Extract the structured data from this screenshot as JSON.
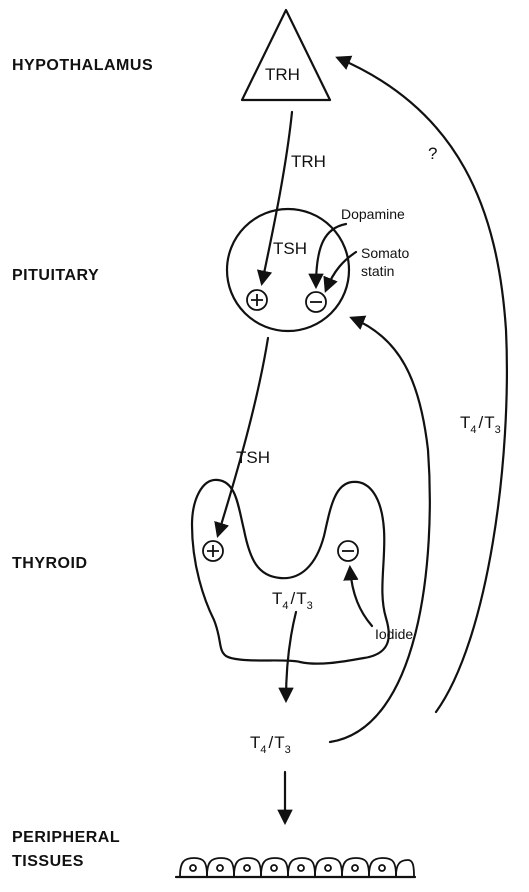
{
  "organs": {
    "hypothalamus": "HYPOTHALAMUS",
    "pituitary": "PITUITARY",
    "thyroid": "THYROID",
    "peripheral_line1": "PERIPHERAL",
    "peripheral_line2": "TISSUES"
  },
  "hormones": {
    "trh_in_triangle": "TRH",
    "trh_arrow": "TRH",
    "tsh_in_circle": "TSH",
    "tsh_arrow": "TSH",
    "dopamine": "Dopamine",
    "somatostatin_line1": "Somato",
    "somatostatin_line2": "statin",
    "iodide": "Iodide",
    "question_mark": "?",
    "t4": "T",
    "t4_sub": "4",
    "slash": "/",
    "t3": "T",
    "t3_sub": "3"
  },
  "signs": {
    "plus": "+",
    "minus": "−"
  }
}
